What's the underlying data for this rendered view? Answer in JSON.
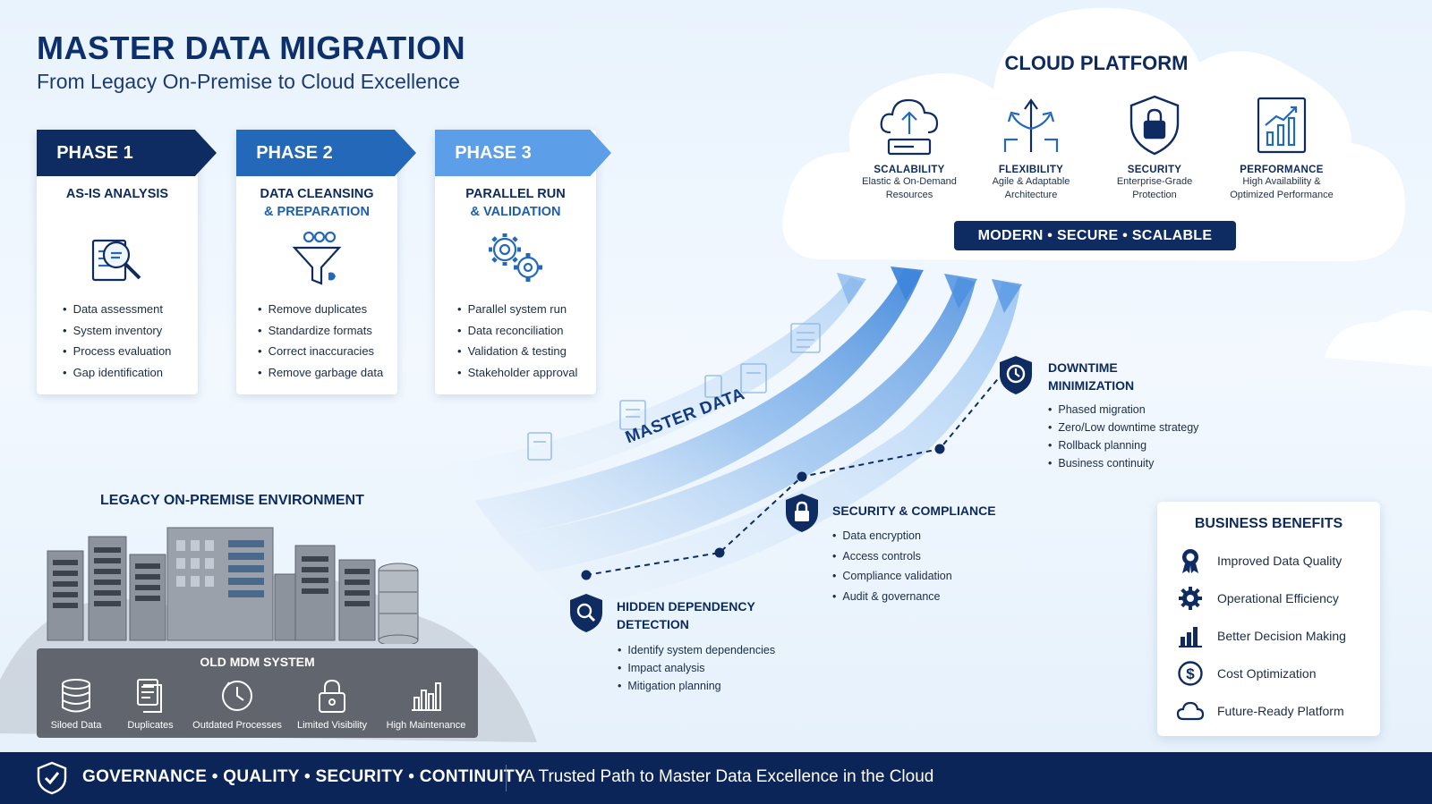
{
  "header": {
    "title": "MASTER DATA MIGRATION",
    "subtitle": "From Legacy On-Premise to Cloud Excellence"
  },
  "phases": [
    {
      "label": "PHASE 1",
      "heading_line1": "AS-IS ANALYSIS",
      "heading_line2": "",
      "icon": "magnifier-document-icon",
      "color": "#0e2b62",
      "items": [
        "Data assessment",
        "System inventory",
        "Process evaluation",
        "Gap identification"
      ]
    },
    {
      "label": "PHASE 2",
      "heading_line1": "DATA CLEANSING",
      "heading_line2": "& PREPARATION",
      "icon": "funnel-icon",
      "color": "#2469b9",
      "items": [
        "Remove duplicates",
        "Standardize formats",
        "Correct inaccuracies",
        "Remove garbage data"
      ]
    },
    {
      "label": "PHASE 3",
      "heading_line1": "PARALLEL RUN",
      "heading_line2": "& VALIDATION",
      "icon": "gears-icon",
      "color": "#5d9ee8",
      "items": [
        "Parallel system run",
        "Data reconciliation",
        "Validation & testing",
        "Stakeholder approval"
      ]
    }
  ],
  "cloud": {
    "title": "CLOUD PLATFORM",
    "features": [
      {
        "name": "SCALABILITY",
        "line1": "Elastic & On-Demand",
        "line2": "Resources",
        "icon": "cloud-upload-icon"
      },
      {
        "name": "FLEXIBILITY",
        "line1": "Agile & Adaptable",
        "line2": "Architecture",
        "icon": "arrows-split-icon"
      },
      {
        "name": "SECURITY",
        "line1": "Enterprise-Grade",
        "line2": "Protection",
        "icon": "shield-lock-icon"
      },
      {
        "name": "PERFORMANCE",
        "line1": "High Availability &",
        "line2": "Optimized Performance",
        "icon": "bar-chart-icon"
      }
    ],
    "banner": "MODERN • SECURE • SCALABLE"
  },
  "flow_label": "MASTER DATA",
  "legacy": {
    "title": "LEGACY ON-PREMISE ENVIRONMENT",
    "box_title": "OLD MDM SYSTEM",
    "items": [
      {
        "label": "Siloed Data",
        "icon": "database-icon"
      },
      {
        "label": "Duplicates",
        "icon": "duplicate-docs-icon"
      },
      {
        "label": "Outdated Processes",
        "icon": "clock-icon"
      },
      {
        "label": "Limited Visibility",
        "icon": "padlock-icon"
      },
      {
        "label": "High Maintenance",
        "icon": "bar-chart-icon"
      }
    ]
  },
  "milestones": [
    {
      "title_line1": "HIDDEN DEPENDENCY",
      "title_line2": "DETECTION",
      "icon": "search-shield-icon",
      "items": [
        "Identify system dependencies",
        "Impact analysis",
        "Mitigation planning"
      ]
    },
    {
      "title_line1": "SECURITY & COMPLIANCE",
      "title_line2": "",
      "icon": "lock-shield-icon",
      "items": [
        "Data encryption",
        "Access controls",
        "Compliance validation",
        "Audit & governance"
      ]
    },
    {
      "title_line1": "DOWNTIME",
      "title_line2": "MINIMIZATION",
      "icon": "clock-shield-icon",
      "items": [
        "Phased migration",
        "Zero/Low downtime strategy",
        "Rollback planning",
        "Business continuity"
      ]
    }
  ],
  "benefits": {
    "title": "BUSINESS BENEFITS",
    "items": [
      {
        "label": "Improved Data Quality",
        "icon": "award-ribbon-icon"
      },
      {
        "label": "Operational Efficiency",
        "icon": "gear-icon"
      },
      {
        "label": "Better Decision Making",
        "icon": "bar-chart-icon"
      },
      {
        "label": "Cost Optimization",
        "icon": "dollar-coin-icon"
      },
      {
        "label": "Future-Ready Platform",
        "icon": "cloud-icon"
      }
    ]
  },
  "footer": {
    "left": "GOVERNANCE • QUALITY • SECURITY • CONTINUITY",
    "right": "A Trusted Path to Master Data Excellence in the Cloud",
    "icon": "shield-check-icon"
  },
  "colors": {
    "navy": "#0e2b62",
    "mid_blue": "#2469b9",
    "light_blue": "#5d9ee8",
    "background": "#e9f3fd"
  }
}
